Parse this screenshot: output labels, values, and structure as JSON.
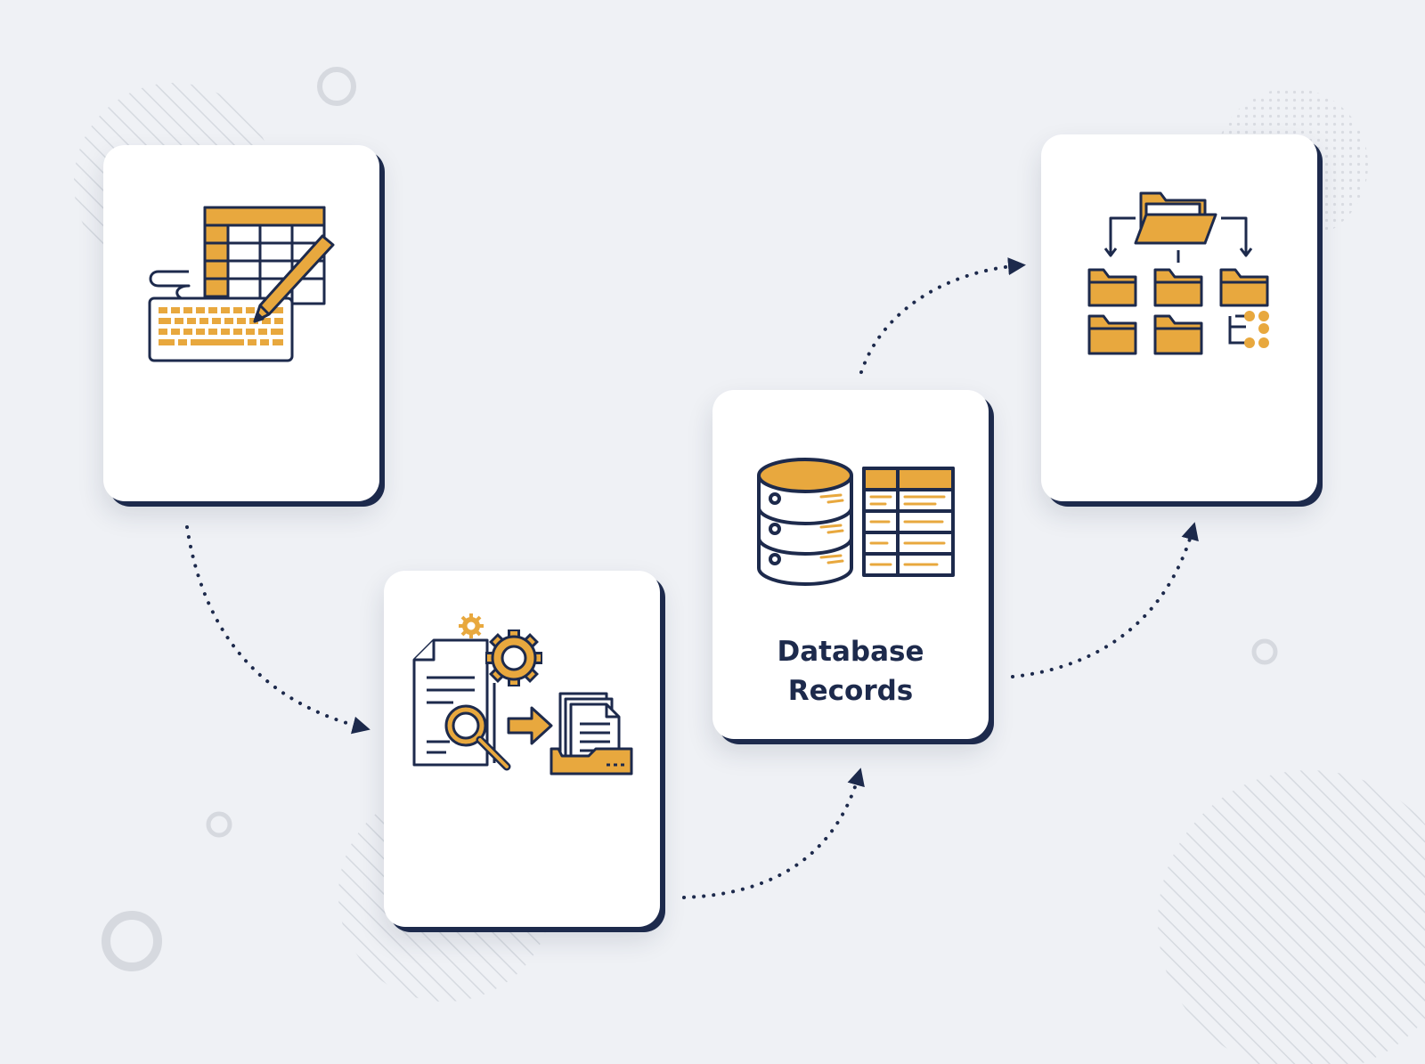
{
  "colors": {
    "background": "#eff1f5",
    "card": "#ffffff",
    "navy": "#1d2a4c",
    "accent": "#e8a83e",
    "decoration": "#d7dbe2"
  },
  "steps": [
    {
      "id": "data-entry",
      "icon": "spreadsheet-keyboard-pencil-icon",
      "label": ""
    },
    {
      "id": "document-processing",
      "icon": "document-search-gear-icon",
      "label": ""
    },
    {
      "id": "database",
      "icon": "database-table-icon",
      "label": "Database\nRecords"
    },
    {
      "id": "file-organization",
      "icon": "folder-hierarchy-icon",
      "label": ""
    }
  ],
  "connectors": [
    {
      "from": "data-entry",
      "to": "document-processing",
      "style": "dotted-arrow"
    },
    {
      "from": "document-processing",
      "to": "database",
      "style": "dotted-arrow"
    },
    {
      "from": "database",
      "to": "file-organization",
      "style": "dotted-arrow"
    },
    {
      "from": "database",
      "to": "file-organization",
      "style": "dotted-arrow"
    }
  ]
}
